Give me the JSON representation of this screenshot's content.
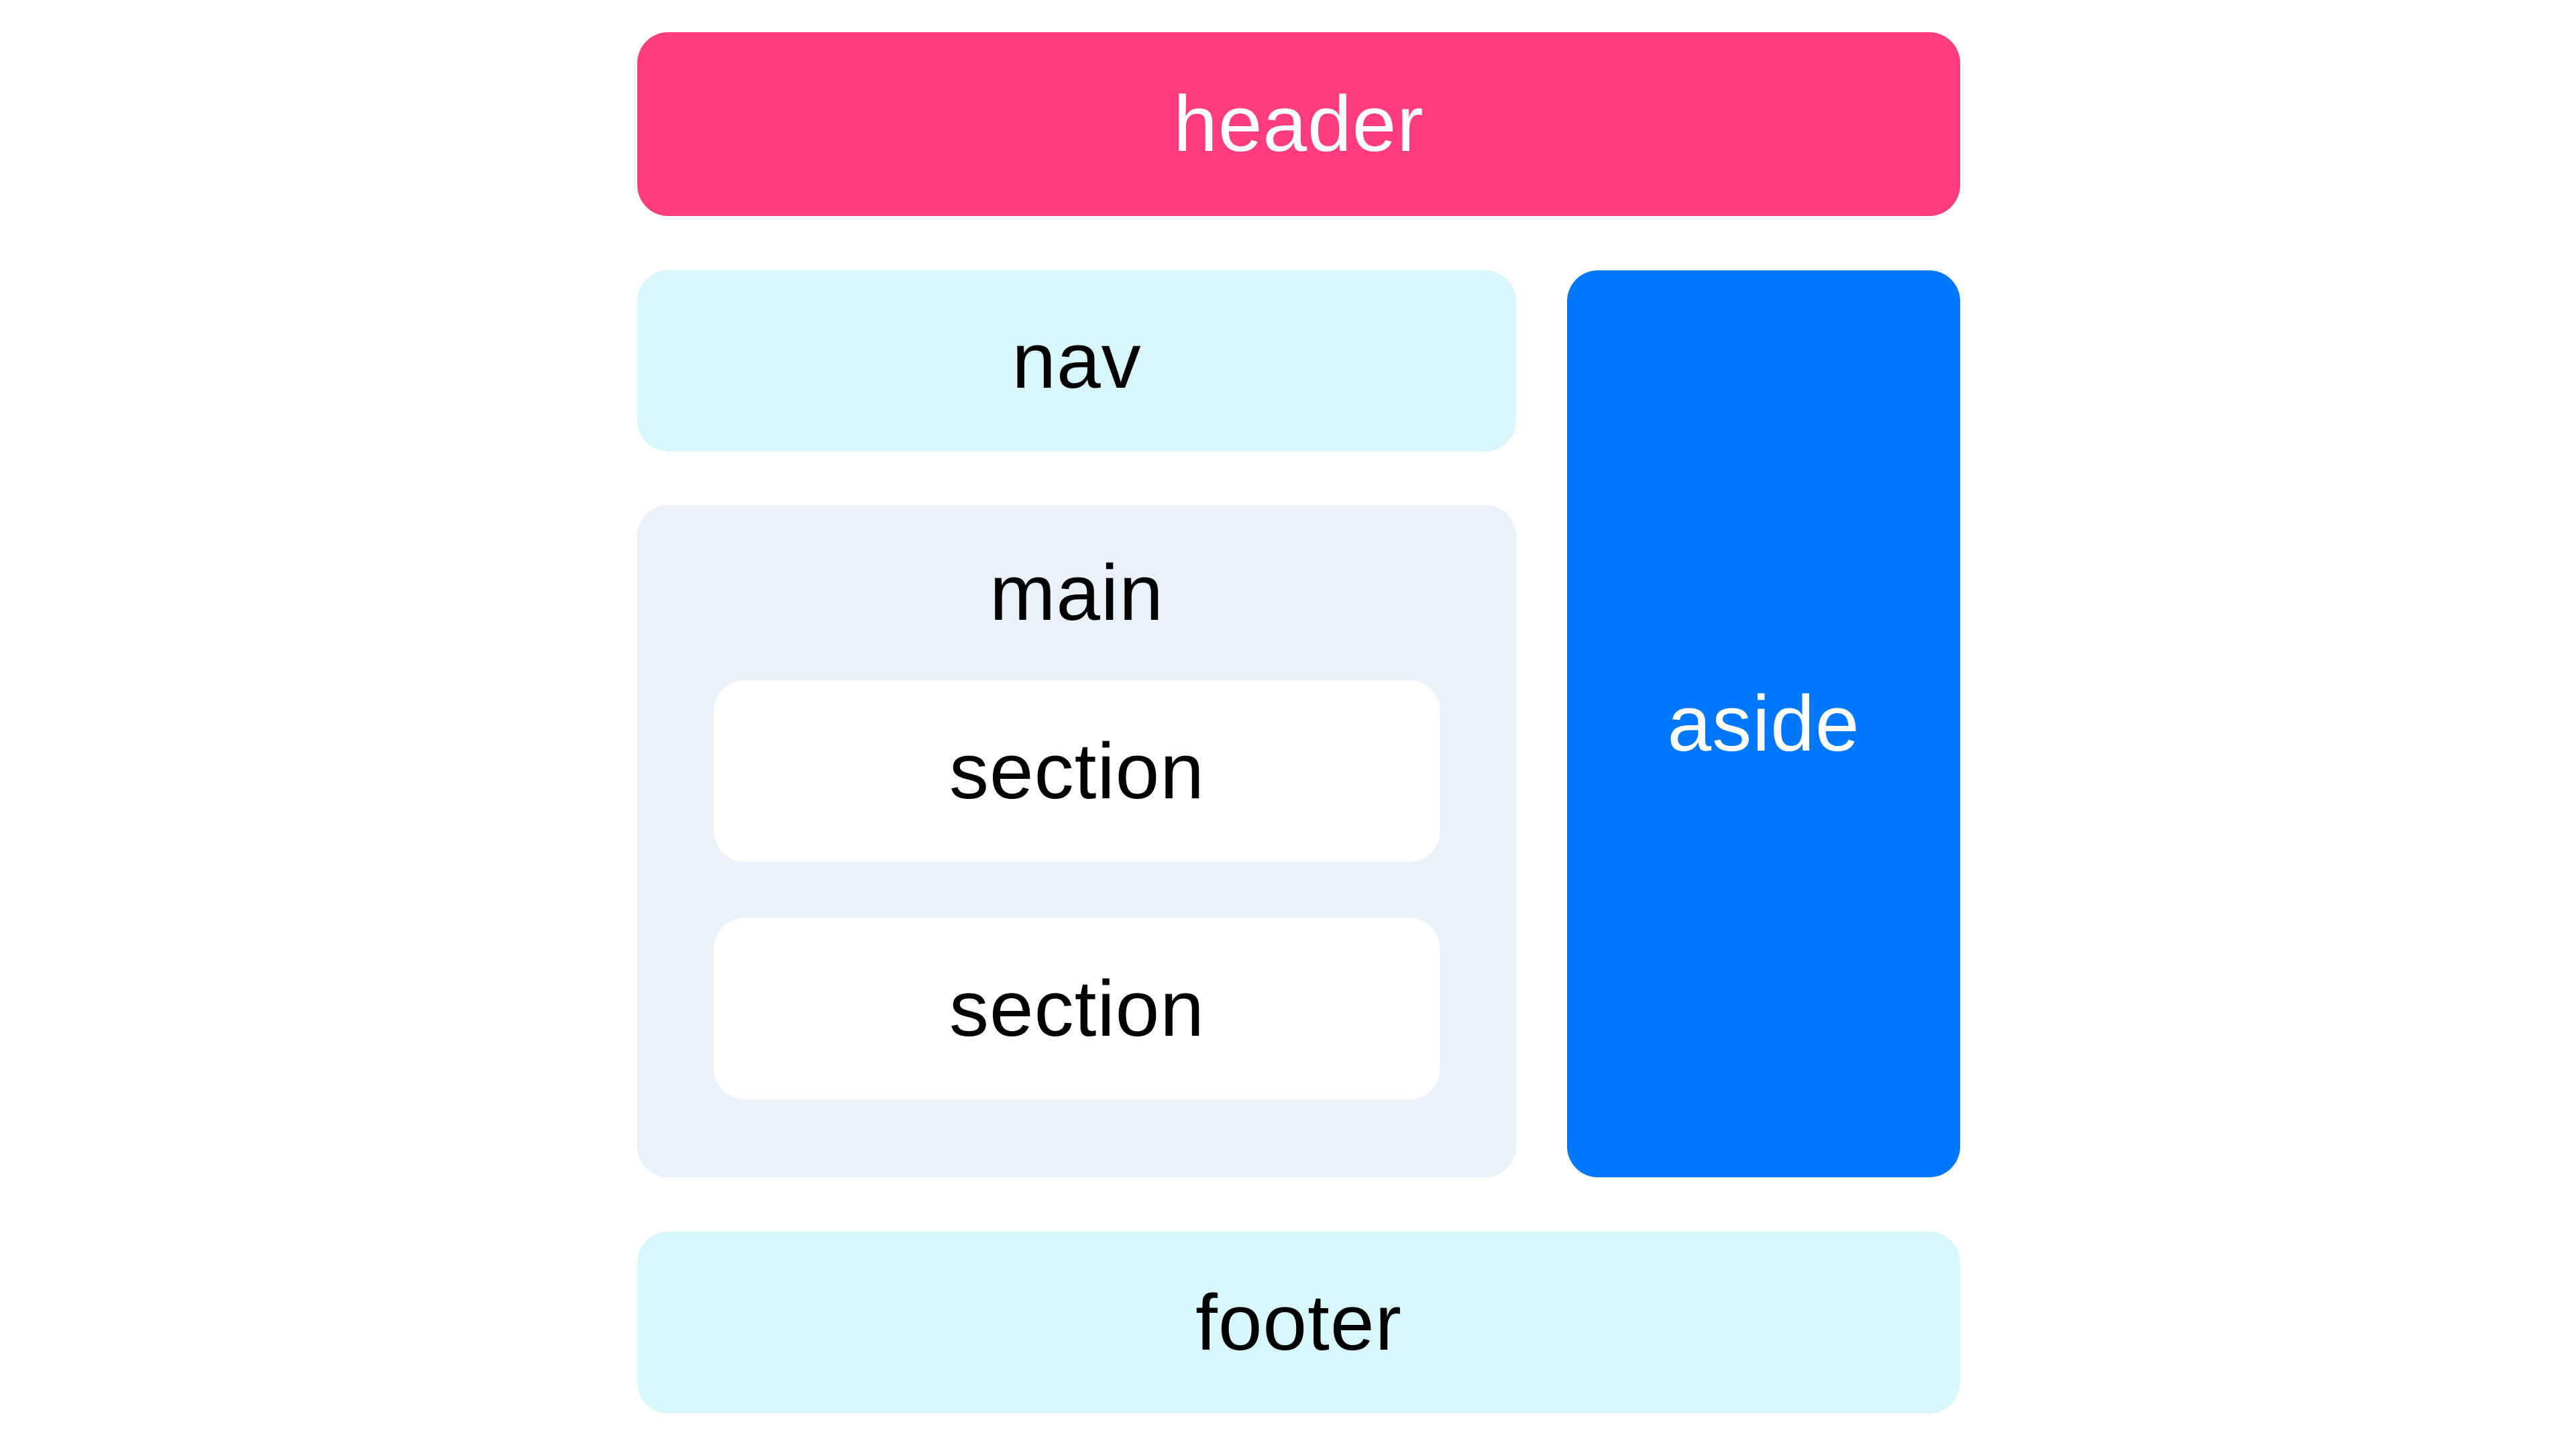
{
  "diagram": {
    "header_label": "header",
    "nav_label": "nav",
    "main_label": "main",
    "sections": [
      {
        "label": "section"
      },
      {
        "label": "section"
      }
    ],
    "aside_label": "aside",
    "footer_label": "footer",
    "colors": {
      "page_bg": "#FFFFFF",
      "header_bg": "#FF3C7D",
      "nav_bg": "#D8F7FA",
      "main_bg": "#EBF1F8",
      "section_bg": "#FFFFFF",
      "aside_bg": "#0177FB",
      "footer_bg": "#D8F7FA",
      "light_text": "#FFFFFF",
      "dark_text": "#000000"
    }
  }
}
